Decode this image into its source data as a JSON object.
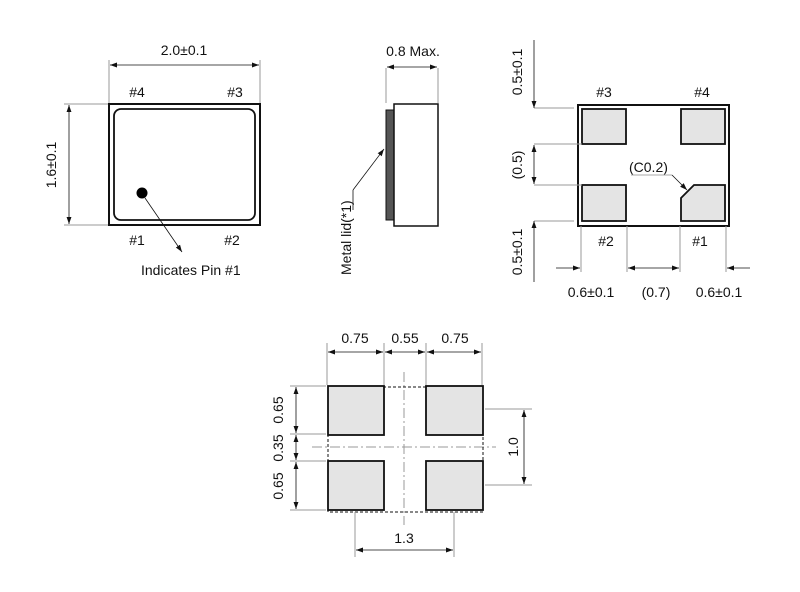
{
  "top_view": {
    "width_dim": "2.0±0.1",
    "height_dim": "1.6±0.1",
    "pins": {
      "top_left": "#4",
      "top_right": "#3",
      "bottom_left": "#1",
      "bottom_right": "#2"
    },
    "pin1_note": "Indicates Pin #1"
  },
  "side_view": {
    "thickness_dim": "0.8 Max.",
    "lid_note": "Metal lid(*1)"
  },
  "bottom_view": {
    "pins": {
      "top_left": "#3",
      "top_right": "#4",
      "bottom_left": "#2",
      "bottom_right": "#1"
    },
    "left_dims": [
      "0.5±0.1",
      "(0.5)",
      "0.5±0.1"
    ],
    "bottom_dims": [
      "0.6±0.1",
      "(0.7)",
      "0.6±0.1"
    ],
    "chamfer_note": "(C0.2)"
  },
  "land_pattern": {
    "top_dims": [
      "0.75",
      "0.55",
      "0.75"
    ],
    "left_dims": [
      "0.65",
      "0.35",
      "0.65"
    ],
    "right_dim": "1.0",
    "bottom_dim": "1.3"
  }
}
